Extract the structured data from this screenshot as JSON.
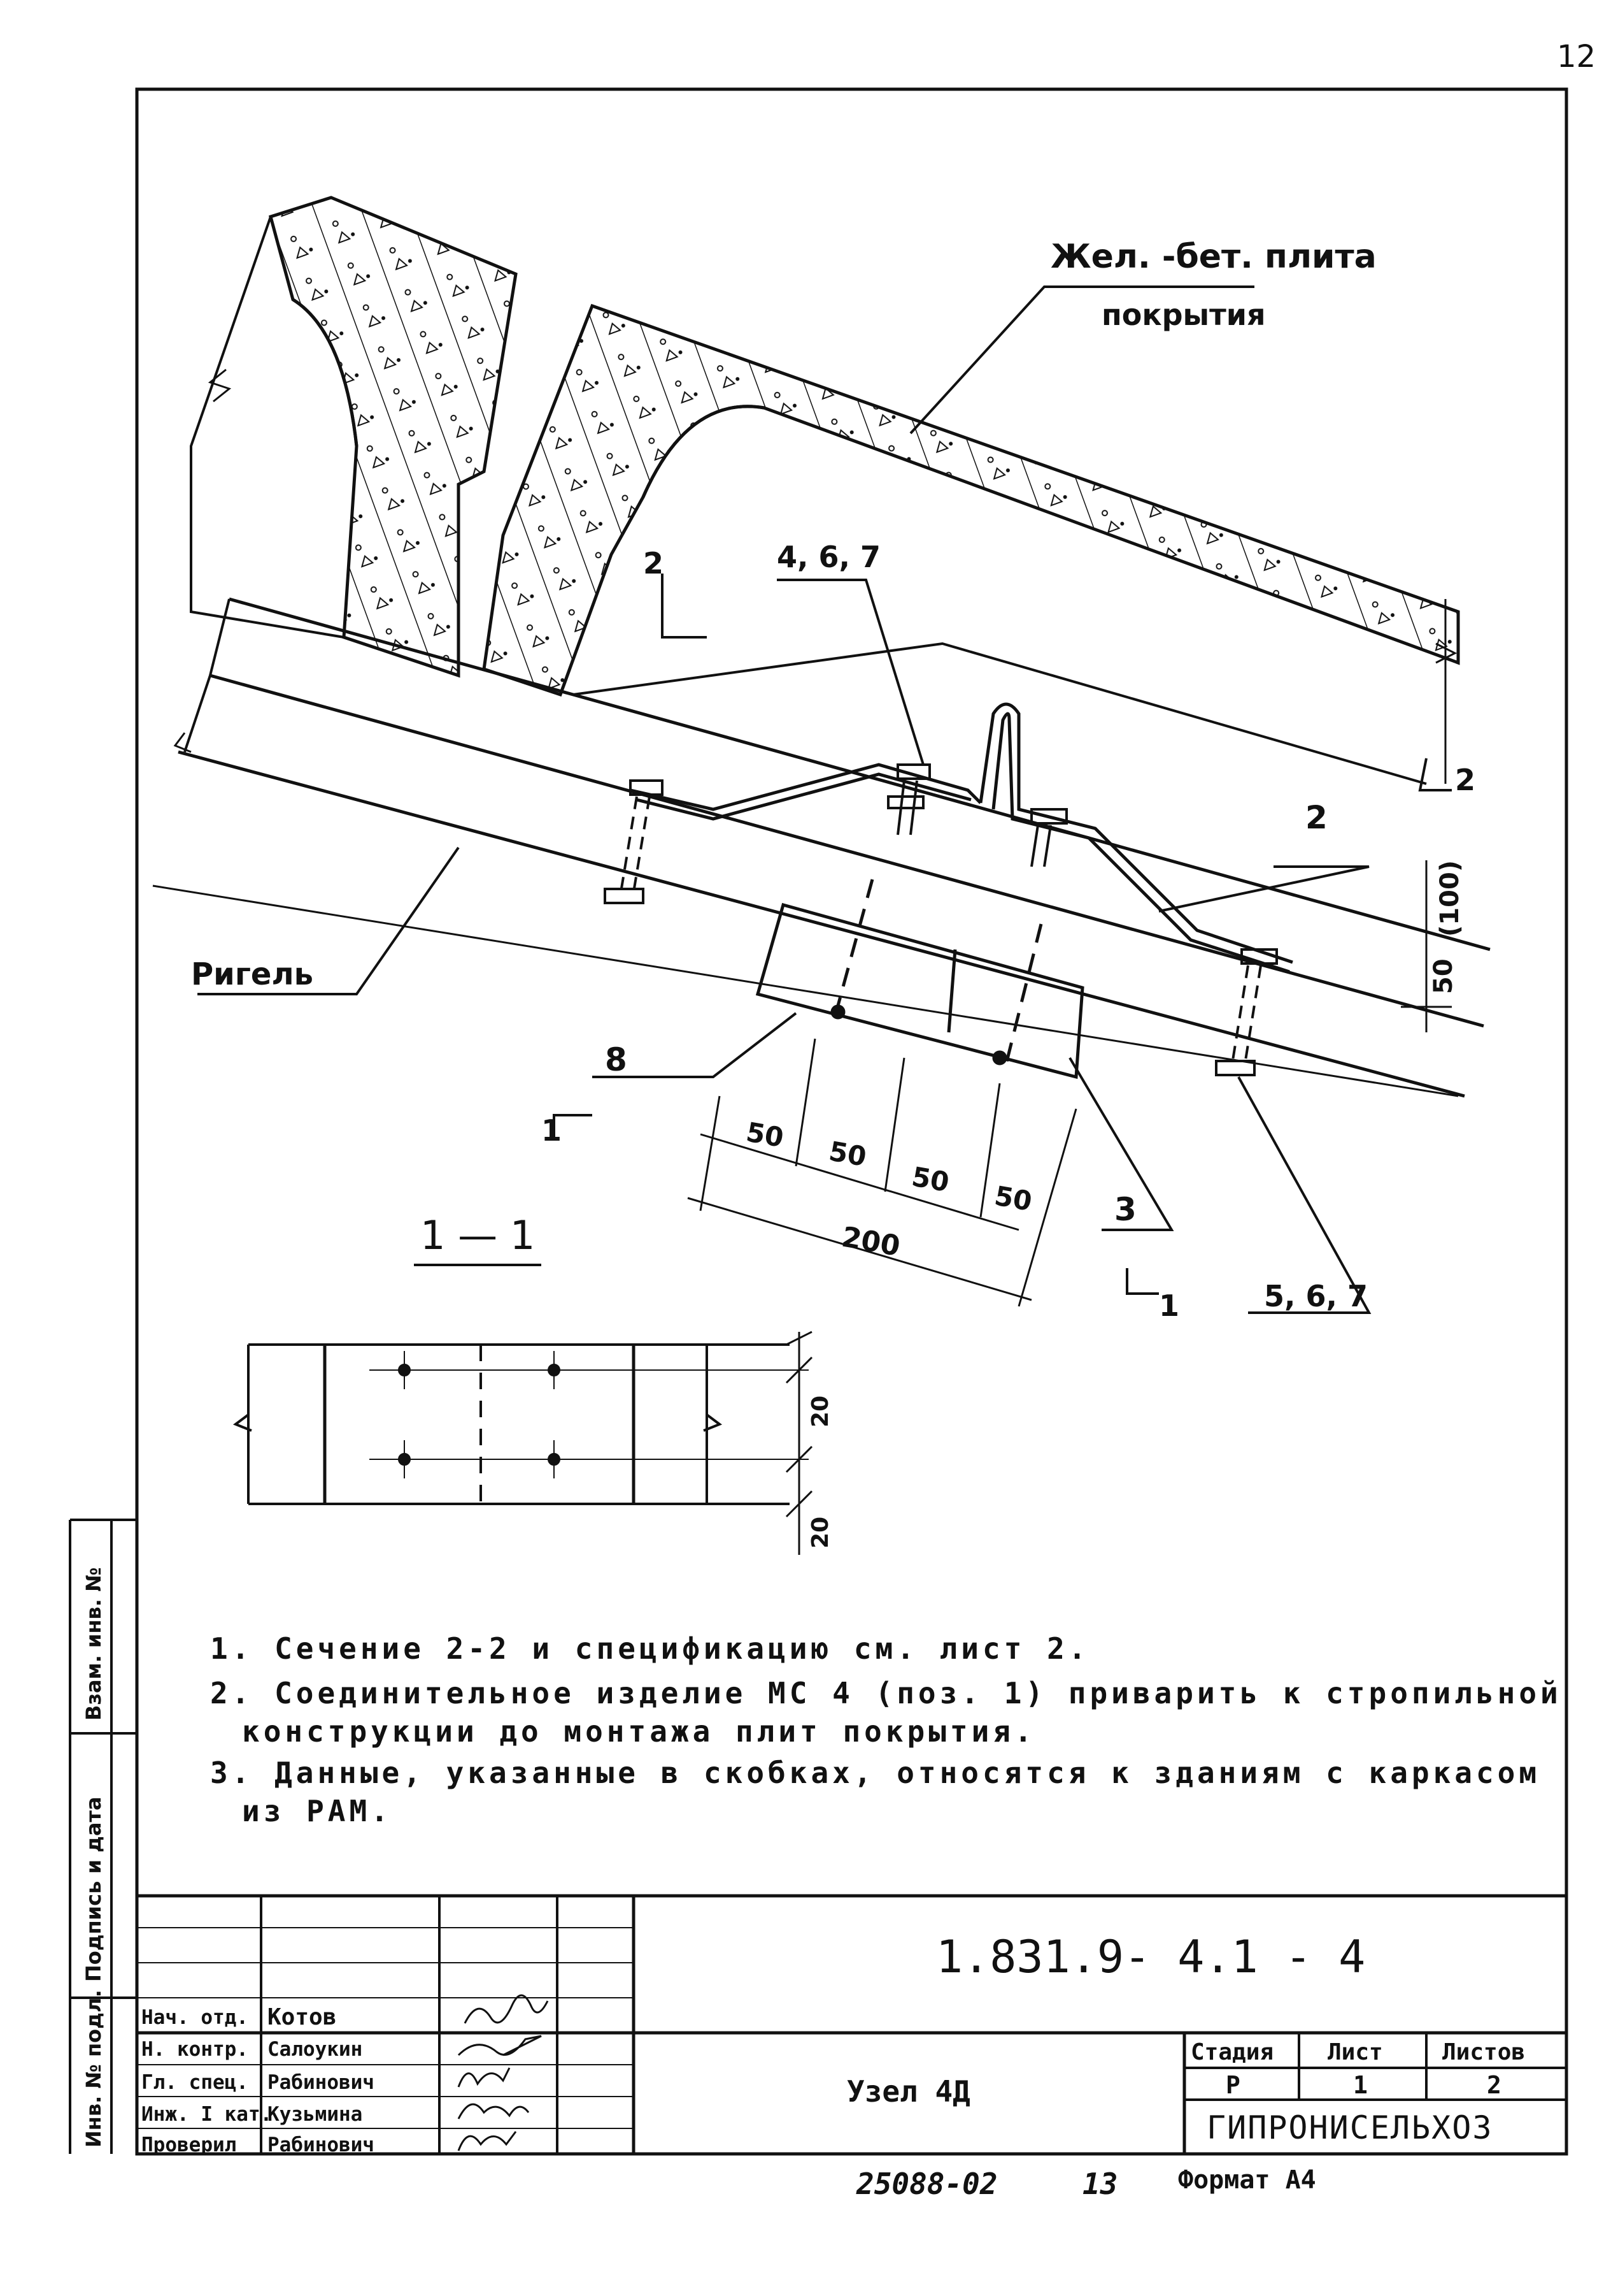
{
  "page_number": "12",
  "drawing": {
    "slab_label_line1": "Жел. -бет. плита",
    "slab_label_line2": "покрытия",
    "beam_label": "Ригель",
    "section_title": "1 — 1",
    "callouts": {
      "c_467": "4, 6, 7",
      "c_2": "2",
      "c_3": "3",
      "c_8": "8",
      "c_567": "5, 6, 7"
    },
    "section_marks": {
      "mark_2_top": "2",
      "mark_2_right": "2",
      "mark_1_left": "1",
      "mark_1_right": "1"
    },
    "dimensions": {
      "d50_a": "50",
      "d50_b": "50",
      "d50_c": "50",
      "d50_d": "50",
      "d200": "200",
      "d100": "(100)",
      "d50_vert": "50",
      "d20_a": "20",
      "d20_b": "20"
    }
  },
  "notes": [
    "1. Сечение 2-2 и спецификацию см. лист 2.",
    "2. Соединительное изделие МС 4 (поз. 1) приварить к стропильной",
    "конструкции до монтажа плит покрытия.",
    "3. Данные, указанные в скобках, относятся к зданиям с каркасом",
    "из РАМ."
  ],
  "side_stamp": {
    "inv_podl": "Инв. № подл.",
    "podpis_data": "Подпись и дата",
    "vzam_inv": "Взам. инв. №"
  },
  "title_block": {
    "doc_code": "1.831.9- 4.1 - 4",
    "roles": [
      "Нач. отд.",
      "Н. контр.",
      "Гл. спец.",
      "Инж. I кат.",
      "Проверил"
    ],
    "names": [
      "Котов",
      "Салоукин",
      "Рабинович",
      "Кузьмина",
      "Рабинович"
    ],
    "drawing_title": "Узел 4Д",
    "stage_header": "Стадия",
    "sheet_header": "Лист",
    "sheets_header": "Листов",
    "stage_value": "Р",
    "sheet_value": "1",
    "sheets_value": "2",
    "organization": "ГИПРОНИСЕЛЬХОЗ"
  },
  "footer": {
    "archive_number": "25088-02",
    "copy_number": "13",
    "format": "Формат А4"
  }
}
